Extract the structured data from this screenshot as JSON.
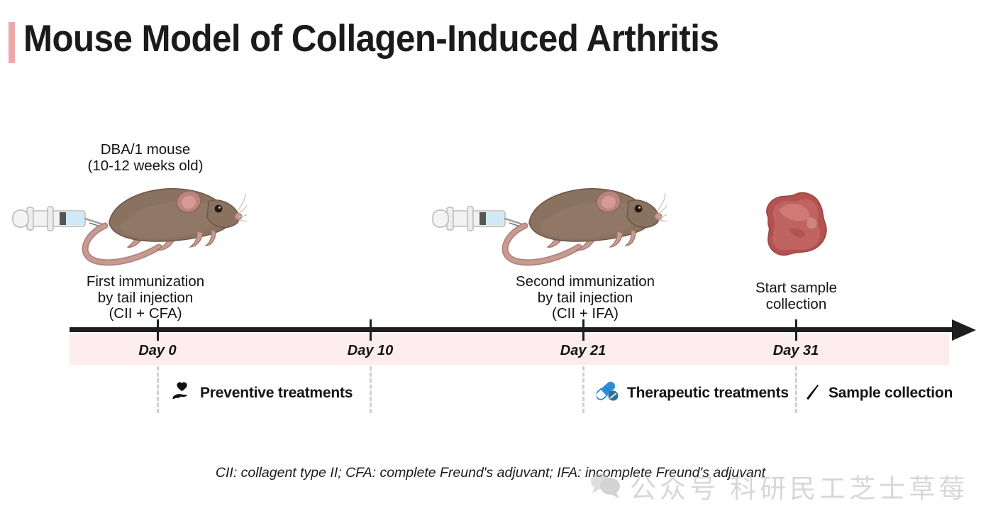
{
  "title": "Mouse Model of Collagen-Induced Arthritis",
  "accent_color": "#eda9a9",
  "band_color": "#fceced",
  "axis_color": "#1e1e1e",
  "steps": [
    {
      "id": "first-immunization",
      "top_caption": "DBA/1 mouse\n(10-12 weeks old)",
      "bottom_caption": "First immunization\nby tail injection\n(CII + CFA)",
      "icon": "mouse-with-syringe-illustration"
    },
    {
      "id": "second-immunization",
      "top_caption": "",
      "bottom_caption": "Second immunization\nby tail injection\n(CII + IFA)",
      "icon": "mouse-with-syringe-illustration"
    },
    {
      "id": "sample-collection",
      "top_caption": "",
      "bottom_caption": "Start sample\ncollection",
      "icon": "tissue-sample-illustration"
    }
  ],
  "timeline": {
    "ticks": [
      {
        "label": "Day 0",
        "day": 0
      },
      {
        "label": "Day 10",
        "day": 10
      },
      {
        "label": "Day 21",
        "day": 21
      },
      {
        "label": "Day 31",
        "day": 31
      }
    ]
  },
  "legend": [
    {
      "label": "Preventive treatments",
      "icon": "hand-holding-heart-icon",
      "icon_color": "#111111"
    },
    {
      "label": "Therapeutic treatments",
      "icon": "pill-capsule-icon",
      "icon_color": "#2b8fd4"
    },
    {
      "label": "Sample collection",
      "icon": "scalpel-icon",
      "icon_color": "#111111"
    }
  ],
  "footnote": "CII: collagent type II; CFA: complete Freund's adjuvant; IFA: incomplete Freund's adjuvant",
  "watermark": {
    "text": "公众号  科研民工芝士草莓",
    "icon": "speech-bubble-icon"
  }
}
